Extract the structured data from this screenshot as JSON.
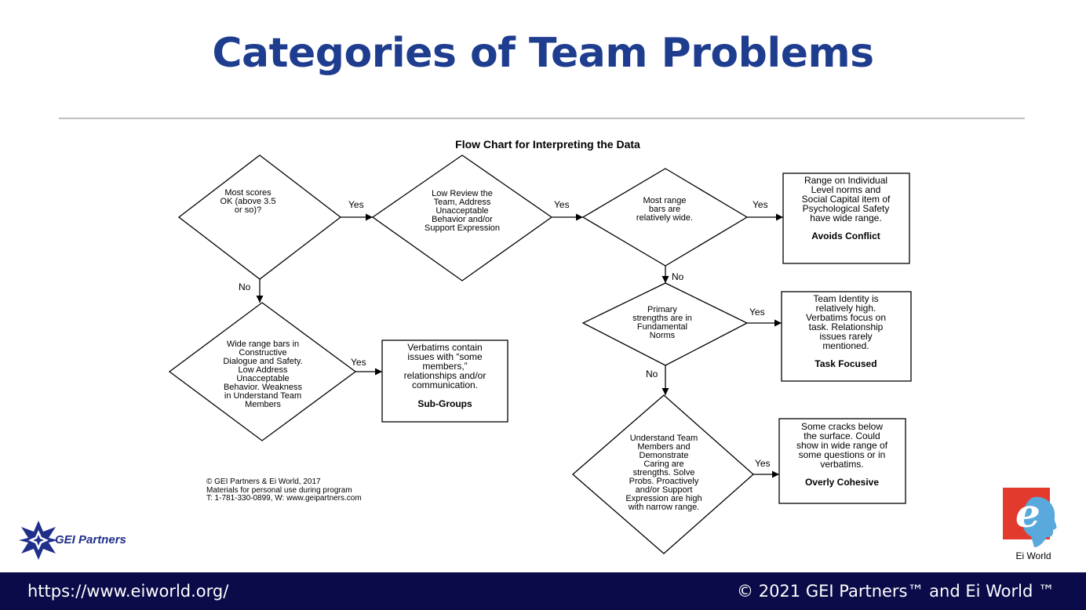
{
  "slide": {
    "title": "Categories of Team Problems"
  },
  "flowchart": {
    "title": "Flow Chart for Interpreting the Data",
    "decisions": [
      {
        "id": "d1",
        "lines": [
          "Most scores",
          "OK (above 3.5",
          "or so)?"
        ]
      },
      {
        "id": "d2",
        "lines": [
          "Low Review the",
          "Team, Address",
          "Unacceptable",
          "Behavior and/or",
          "Support Expression"
        ]
      },
      {
        "id": "d3",
        "lines": [
          "Most range",
          "bars are",
          "relatively wide."
        ]
      },
      {
        "id": "d4",
        "lines": [
          "Primary",
          "strengths are in",
          "Fundamental",
          "Norms"
        ]
      },
      {
        "id": "d5",
        "lines": [
          "Understand Team",
          "Members and",
          "Demonstrate",
          "Caring are",
          "strengths.  Solve",
          "Probs. Proactively",
          "and/or Support",
          "Expression are high",
          "with narrow range."
        ]
      },
      {
        "id": "d6",
        "lines": [
          "Wide range bars in",
          "Constructive",
          "Dialogue and Safety.",
          "Low Address",
          "Unacceptable",
          "Behavior. Weakness",
          "in Understand Team",
          "Members"
        ]
      }
    ],
    "outcomes": [
      {
        "id": "o1",
        "lines": [
          "Range on Individual",
          "Level norms and",
          "Social Capital item of",
          "Psychological Safety",
          "have wide range."
        ],
        "category": "Avoids Conflict"
      },
      {
        "id": "o2",
        "lines": [
          "Team Identity is",
          "relatively high.",
          "Verbatims focus on",
          "task.  Relationship",
          "issues rarely",
          "mentioned."
        ],
        "category": "Task Focused"
      },
      {
        "id": "o3",
        "lines": [
          "Some cracks below",
          "the surface.  Could",
          "show in wide range of",
          "some questions or in",
          "verbatims."
        ],
        "category": "Overly Cohesive"
      },
      {
        "id": "o4",
        "lines": [
          "Verbatims contain",
          "issues with “some",
          "members,”",
          "relationships and/or",
          "communication."
        ],
        "category": "Sub-Groups"
      }
    ],
    "edge_labels": {
      "yes": "Yes",
      "no": "No"
    },
    "copyright": [
      "© GEI Partners & Ei World, 2017",
      "Materials for personal use during program",
      "T: 1-781-330-0899, W: www.geipartners.com"
    ]
  },
  "logos": {
    "gei_name": "GEI Partners",
    "gei_icon": "gei-star-icon",
    "ei_letter": "e",
    "ei_name": "Ei World",
    "ei_icon": "ei-world-head-icon"
  },
  "footer": {
    "url": "https://www.eiworld.org/",
    "copyright": "© 2021 GEI Partners™ and Ei World ™"
  },
  "colors": {
    "title": "#1f3d8f",
    "footer_bg": "#0b0b4a",
    "gei_blue": "#1f2f8a",
    "ei_red": "#e23b2e"
  }
}
